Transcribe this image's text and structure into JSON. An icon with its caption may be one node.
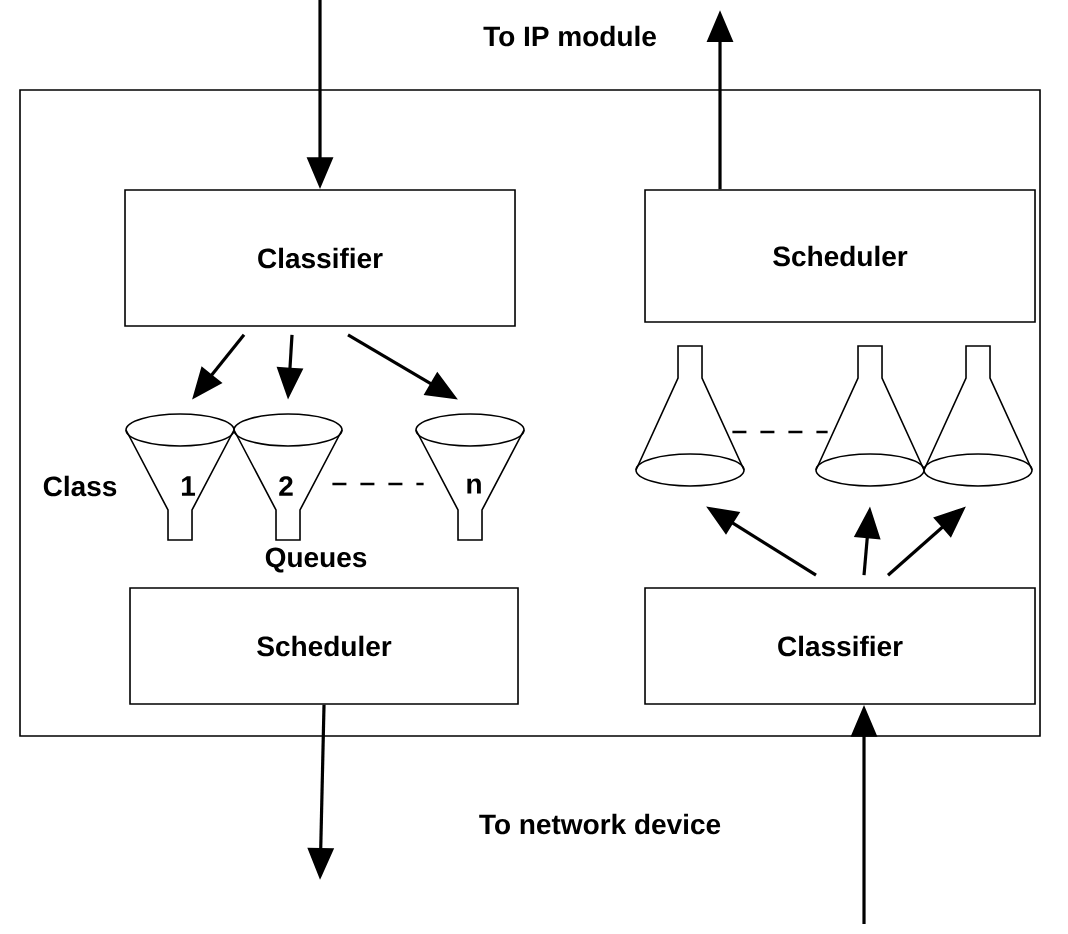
{
  "diagram": {
    "nodes": [
      {
        "text": [],
        "shape": "box"
      },
      {
        "text": [
          "Classifier"
        ],
        "in": 0
      },
      {
        "text": [
          "Scheduler"
        ],
        "in": 0
      },
      {
        "text": [],
        "shape": "funnel",
        "in": 0
      },
      {
        "text": [],
        "shape": "funnel",
        "in": 0
      },
      {
        "text": [],
        "shape": "funnel",
        "in": 0
      },
      {
        "text": [],
        "shape": "funnel",
        "in": 0
      },
      {
        "text": [],
        "shape": "funnel",
        "in": 0
      },
      {
        "text": [],
        "shape": "funnel",
        "in": 0
      },
      {
        "text": [
          "Scheduler"
        ],
        "in": 0
      },
      {
        "text": [
          "Classifier"
        ],
        "in": 0
      }
    ],
    "edges": [
      {
        "from": null,
        "to": 1,
        "arrow": "to"
      },
      {
        "from": 1,
        "to": 3,
        "arrow": "to"
      },
      {
        "from": 1,
        "to": 4,
        "arrow": "to"
      },
      {
        "from": 1,
        "to": 5,
        "arrow": "to"
      },
      {
        "from": 10,
        "to": 6,
        "arrow": "to"
      },
      {
        "from": 10,
        "to": 7,
        "arrow": "to"
      },
      {
        "from": 10,
        "to": 8,
        "arrow": "to"
      },
      {
        "from": 2,
        "to": null,
        "arrow": "to"
      },
      {
        "from": 4,
        "to": 5,
        "arrow": "none",
        "style": "dashed"
      },
      {
        "from": 6,
        "to": 7,
        "arrow": "none",
        "style": "dashed"
      },
      {
        "from": 9,
        "to": null,
        "arrow": "to"
      },
      {
        "from": null,
        "to": 10,
        "arrow": "to"
      }
    ],
    "labels": [
      "To IP module",
      "Class",
      "1",
      "2",
      "n",
      "Queues",
      "To network device"
    ]
  }
}
